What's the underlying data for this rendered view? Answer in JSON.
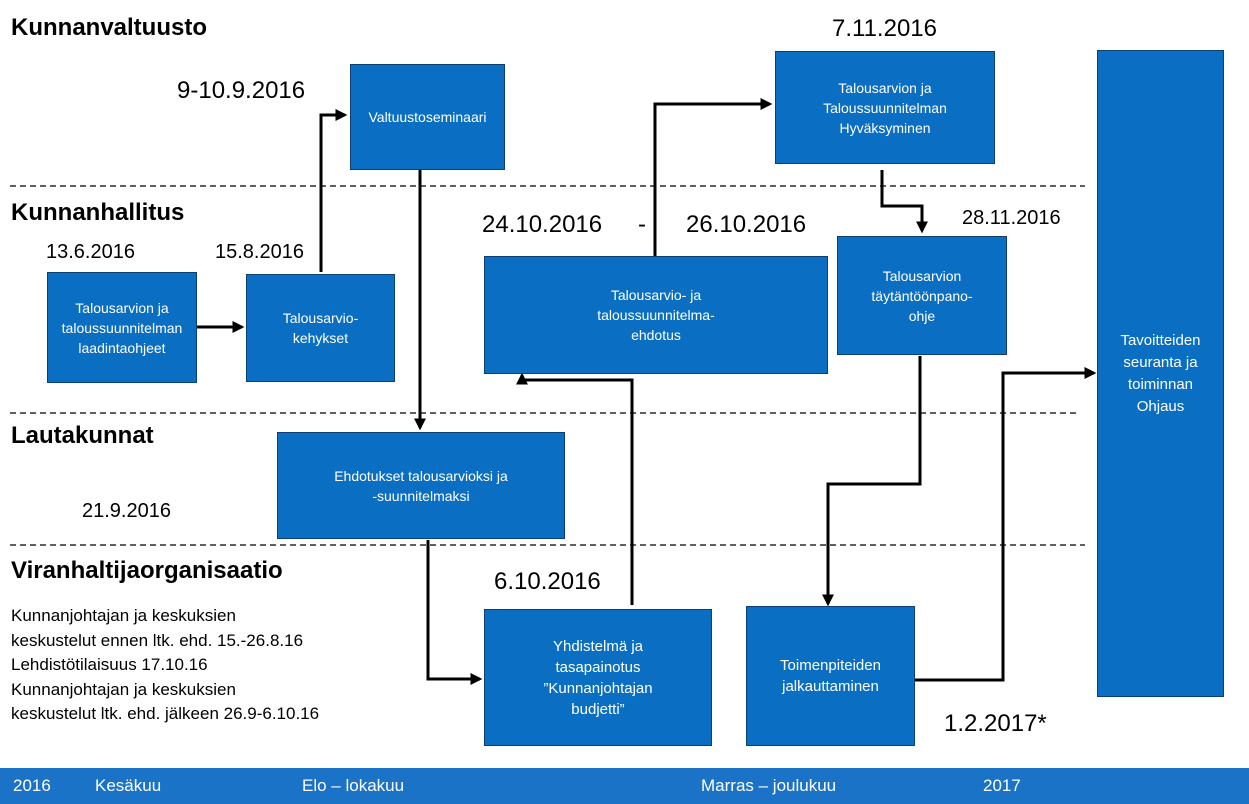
{
  "lanes": {
    "kunnanvaltuusto": "Kunnanvaltuusto",
    "kunnanhallitus": "Kunnanhallitus",
    "lautakunnat": "Lautakunnat",
    "viranhaltija": "Viranhaltijaorganisaatio"
  },
  "dates": {
    "d_9_10_9": "9-10.9.2016",
    "d_7_11": "7.11.2016",
    "d_13_6": "13.6.2016",
    "d_15_8": "15.8.2016",
    "d_24_10": "24.10.2016",
    "dash": "-",
    "d_26_10": "26.10.2016",
    "d_28_11": "28.11.2016",
    "d_21_9": "21.9.2016",
    "d_6_10": "6.10.2016",
    "d_1_2_2017": "1.2.2017*"
  },
  "boxes": {
    "valtuustoseminaari": "Valtuustoseminaari",
    "hyvaksyminen": "Talousarvion ja\nTaloussuunnitelman\nHyväksyminen",
    "laadintaohjeet": "Talousarvion ja\ntaloussuunnitelman\nlaadintaohjeet",
    "kehykset": "Talousarvio-\nkehykset",
    "ehdotus": "Talousarvio- ja\ntaloussuunnitelma-\nehdotus",
    "taytantoonpano": "Talousarvion\ntäytäntöönpano-\nohje",
    "ehdotukset": "Ehdotukset talousarvioksi ja\n-suunnitelmaksi",
    "yhdistelma": "Yhdistelmä ja\ntasapainotus\n”Kunnanjohtajan\nbudjetti”",
    "toimenpiteet": "Toimenpiteiden\njalkauttaminen",
    "tavoitteiden": "Tavoitteiden\nseuranta ja\ntoiminnan\nOhjaus"
  },
  "notes": [
    "Kunnanjohtajan ja keskuksien",
    "keskustelut ennen ltk. ehd. 15.-26.8.16",
    "Lehdistötilaisuus 17.10.16",
    "Kunnanjohtajan ja keskuksien",
    "keskustelut  ltk. ehd. jälkeen 26.9-6.10.16"
  ],
  "footer": {
    "year_start": "2016",
    "kesakuu": "Kesäkuu",
    "elo_lokakuu": "Elo – lokakuu",
    "marras_joulukuu": "Marras – joulukuu",
    "year_end": "2017"
  },
  "colors": {
    "box_fill": "#0a6fc2",
    "box_border": "#0d3f73",
    "footer_bar": "#1a73c6",
    "connector": "#000000"
  }
}
